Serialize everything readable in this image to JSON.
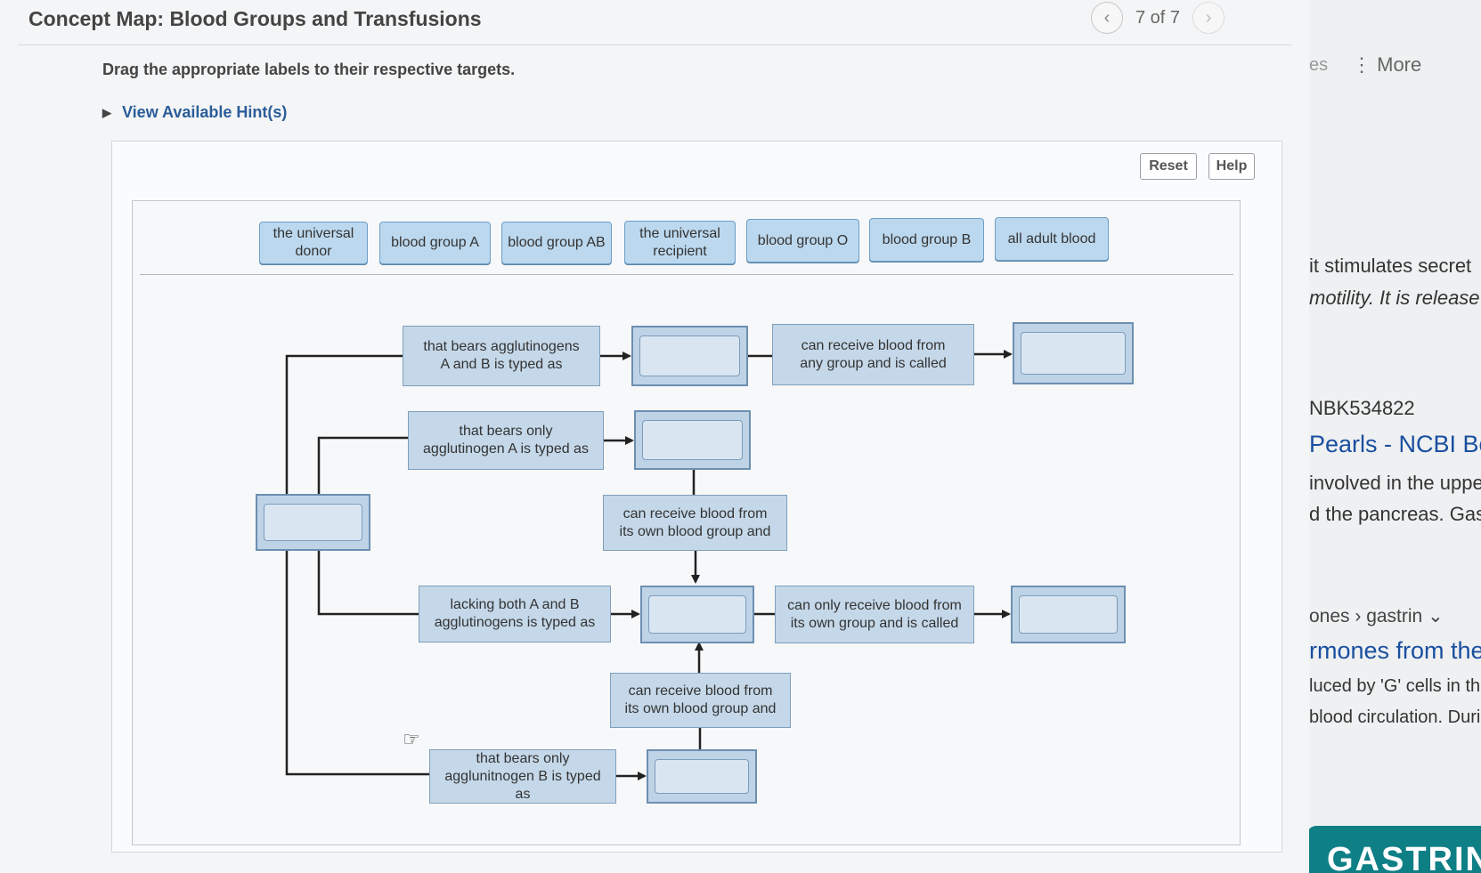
{
  "header": {
    "title": "Concept Map: Blood Groups and Transfusions",
    "pager": "7 of 7",
    "prev_icon": "chevron-left-icon",
    "next_icon": "chevron-right-icon"
  },
  "instructions": "Drag the appropriate labels to their respective targets.",
  "hints_link": "View Available Hint(s)",
  "toolbar": {
    "reset": "Reset",
    "help": "Help"
  },
  "labels": [
    "the universal donor",
    "blood group A",
    "blood group AB",
    "the universal recipient",
    "blood group O",
    "blood group B",
    "all adult blood"
  ],
  "nodes": {
    "ab_bears": "that bears agglutinogens\nA and B is typed as",
    "ab_receive_any": "can receive blood from\nany group and is called",
    "a_bears": "that bears only\nagglutinogen A is typed as",
    "a_receive_own": "can receive blood from\nits own blood group and",
    "o_lacking": "lacking both A and B\nagglutinogens is typed as",
    "o_receive_only": "can only receive blood from\nits own group and is called",
    "b_receive_own": "can receive blood from\nits own blood group and",
    "b_bears": "that bears only\nagglunitnogen B is typed as"
  },
  "right_panel": {
    "es": "es",
    "more": "⋮ More",
    "lines": [
      "it stimulates secret",
      "motility. It is release",
      "NBK534822",
      "Pearls - NCBI Bo",
      "involved in the uppe",
      "d the pancreas. Gastr",
      "ones › gastrin ⌄",
      "rmones from the",
      "luced by 'G' cells in the",
      "blood circulation. Durin"
    ],
    "logo": "GASTRIN"
  }
}
